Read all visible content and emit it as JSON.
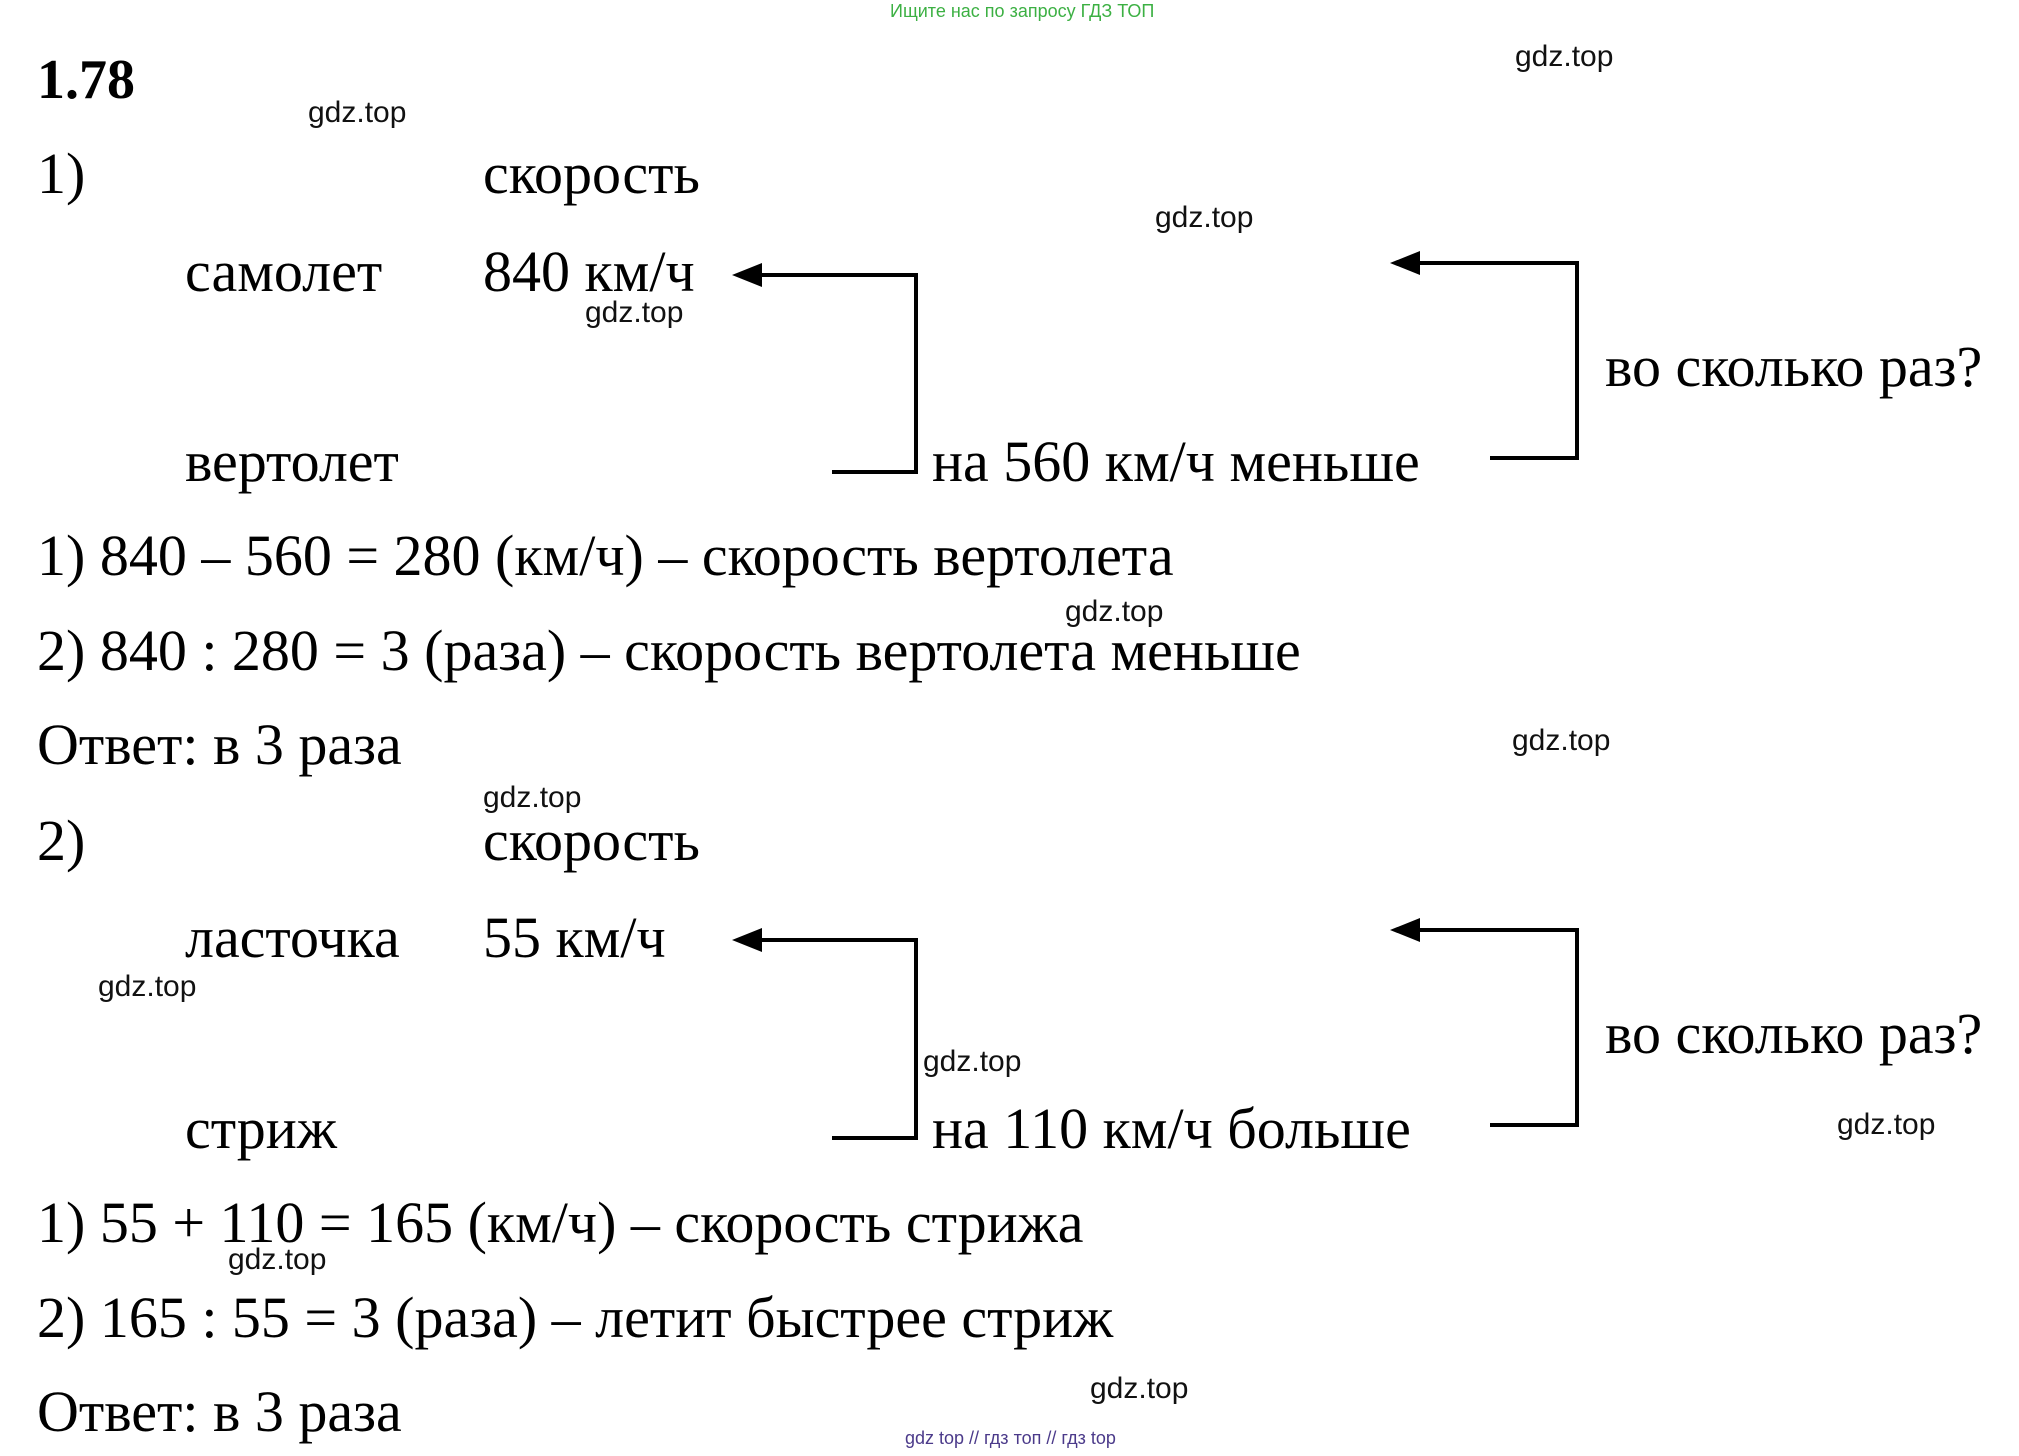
{
  "header": {
    "search_hint": "Ищите нас по запросу ГДЗ ТОП"
  },
  "problem": {
    "number": "1.78"
  },
  "part1": {
    "label": "1)",
    "col_header": "скорость",
    "row1_name": "самолет",
    "row1_value": "840 км/ч",
    "row2_name": "вертолет",
    "diff_text": "на 560 км/ч  меньше",
    "question": "во сколько раз?",
    "step1": "1) 840 – 560 = 280 (км/ч) – скорость вертолета",
    "step2": "2) 840 : 280 = 3 (раза) – скорость вертолета меньше",
    "answer": "Ответ: в 3 раза"
  },
  "part2": {
    "label": "2)",
    "col_header": "скорость",
    "row1_name": "ласточка",
    "row1_value": "55 км/ч",
    "row2_name": "стриж",
    "diff_text": "на 110 км/ч  больше",
    "question": "во сколько раз?",
    "step1": "1) 55 + 110 = 165 (км/ч) – скорость стрижа",
    "step2": "2) 165 : 55 = 3 (раза) – летит быстрее стриж",
    "answer": "Ответ: в 3 раза"
  },
  "watermark": {
    "text": "gdz.top"
  },
  "footer": {
    "text": "gdz top  //  гдз топ  //  гдз top"
  }
}
